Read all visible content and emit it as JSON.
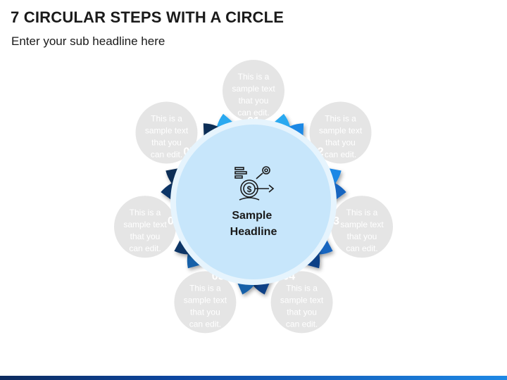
{
  "header": {
    "title": "7 CIRCULAR STEPS WITH A CIRCLE",
    "subtitle": "Enter your sub headline here"
  },
  "center": {
    "headline": [
      "Sample",
      "Headline"
    ],
    "icon": "money-target-gear-icon"
  },
  "steps": [
    {
      "number": "01",
      "text": [
        "This is a",
        "sample text",
        "that you",
        "can edit."
      ],
      "color": "#29a9f0"
    },
    {
      "number": "02",
      "text": [
        "This is a",
        "sample text",
        "that you",
        "can edit."
      ],
      "color": "#1e88e5"
    },
    {
      "number": "03",
      "text": [
        "This is a",
        "sample text",
        "that you",
        "can edit."
      ],
      "color": "#1565c0"
    },
    {
      "number": "04",
      "text": [
        "This is a",
        "sample text",
        "that you",
        "can edit."
      ],
      "color": "#0d3f86"
    },
    {
      "number": "05",
      "text": [
        "This is a",
        "sample text",
        "that you",
        "can edit."
      ],
      "color": "#1560a8"
    },
    {
      "number": "06",
      "text": [
        "This is a",
        "sample text",
        "that you",
        "can edit."
      ],
      "color": "#0e3566"
    },
    {
      "number": "07",
      "text": [
        "This is a",
        "sample text",
        "that you",
        "can edit."
      ],
      "color": "#0b2d57"
    }
  ],
  "colors": {
    "center_fill": "#c7e6fb",
    "center_ring": "#e6f4fd",
    "text": "#ffffff",
    "title": "#1a1a1a"
  }
}
